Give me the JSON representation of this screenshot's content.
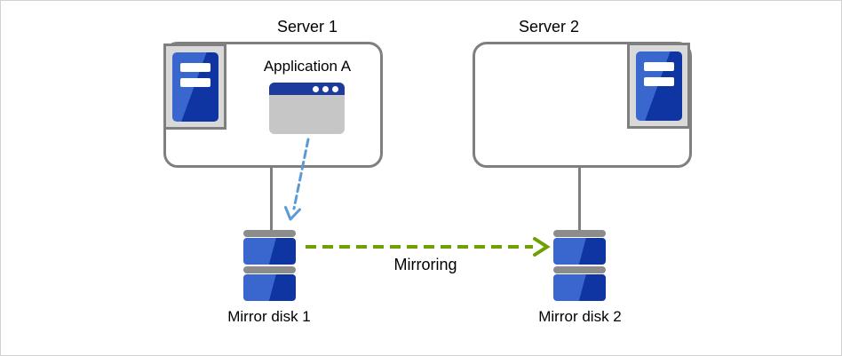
{
  "colors": {
    "box_border": "#7f7f7f",
    "frame_fill": "#d9d9d9",
    "tower_blue_light": "#3a67ce",
    "tower_blue_dark": "#0f35a3",
    "window_body": "#c6c6c6",
    "window_titlebar": "#1c3b9c",
    "disk_cap": "#8c8c8c",
    "disk_blue_light": "#3a67ce",
    "disk_blue_dark": "#0f35a3",
    "app_arrow_blue": "#5b9bd5",
    "mirror_arrow_green": "#6f9f00",
    "text": "#000000"
  },
  "server1": {
    "label": "Server 1",
    "application_label": "Application A"
  },
  "server2": {
    "label": "Server 2"
  },
  "disks": {
    "disk1_label": "Mirror disk 1",
    "disk2_label": "Mirror disk 2"
  },
  "arrows": {
    "mirroring_label": "Mirroring"
  }
}
